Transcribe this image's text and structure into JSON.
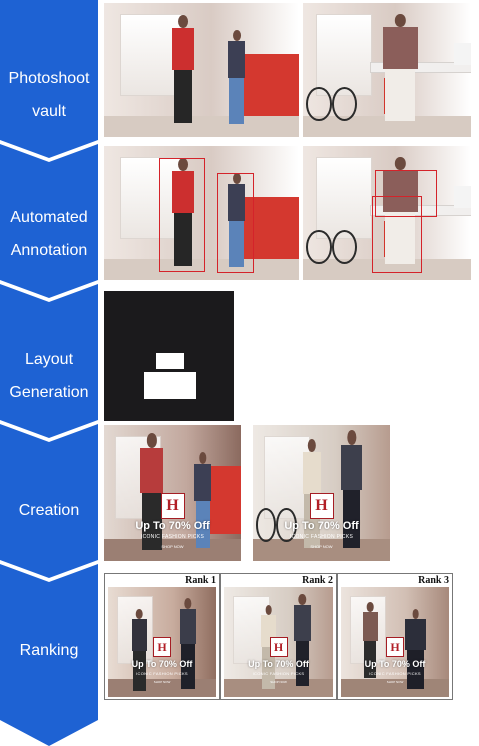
{
  "pipeline": {
    "color": "#1e62d3",
    "stages": [
      {
        "label": "Photoshoot\nvault"
      },
      {
        "label": "Automated\nAnnotation"
      },
      {
        "label": "Layout\nGeneration"
      },
      {
        "label": "Creation"
      },
      {
        "label": "Ranking"
      }
    ]
  },
  "creative": {
    "logo_text": "H",
    "headline": "Up To 70% Off",
    "subline": "ICONIC FASHION PICKS",
    "cta": "SHOP NOW"
  },
  "ranking": {
    "labels": [
      "Rank 1",
      "Rank 2",
      "Rank 3"
    ]
  },
  "colors": {
    "arrow_blue": "#1e62d3",
    "bbox_red": "#d4232a",
    "cabinet_red": "#d4382f",
    "layout_bg": "#1b1a1c",
    "brand_red": "#b21f27"
  }
}
